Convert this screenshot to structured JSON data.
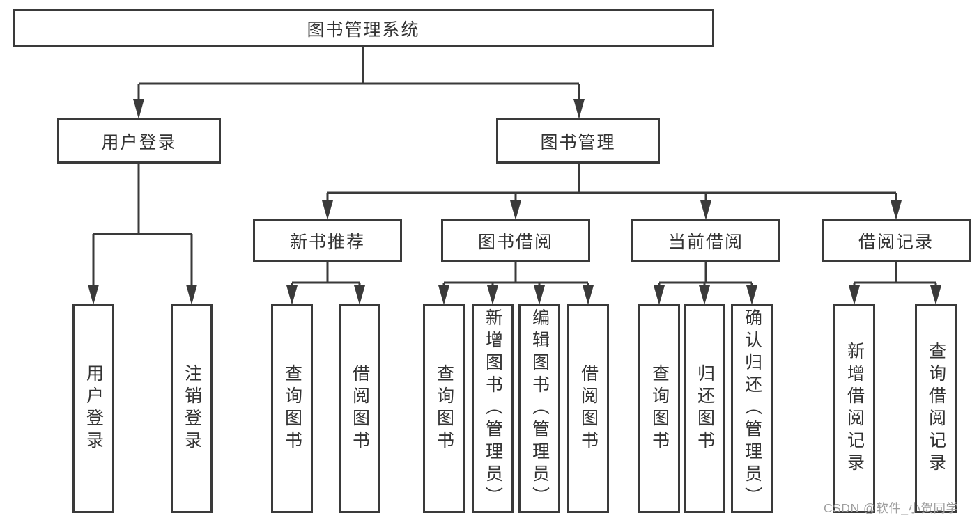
{
  "diagram": {
    "root": {
      "label": "图书管理系统"
    },
    "branches": [
      {
        "label": "用户登录",
        "children": [
          "用户登录",
          "注销登录"
        ]
      },
      {
        "label": "图书管理",
        "groups": [
          {
            "label": "新书推荐",
            "children": [
              "查询图书",
              "借阅图书"
            ]
          },
          {
            "label": "图书借阅",
            "children": [
              "查询图书",
              "新增图书（管理员）",
              "编辑图书（管理员）",
              "借阅图书"
            ]
          },
          {
            "label": "当前借阅",
            "children": [
              "查询图书",
              "归还图书",
              "确认归还（管理员）"
            ]
          },
          {
            "label": "借阅记录",
            "children": [
              "新增借阅记录",
              "查询借阅记录"
            ]
          }
        ]
      }
    ],
    "colors": {
      "line": "#3a3a3a",
      "text": "#333333",
      "background": "#ffffff",
      "watermark": "#9e9e9e"
    },
    "watermark": "CSDN @软件_小贺同学"
  }
}
